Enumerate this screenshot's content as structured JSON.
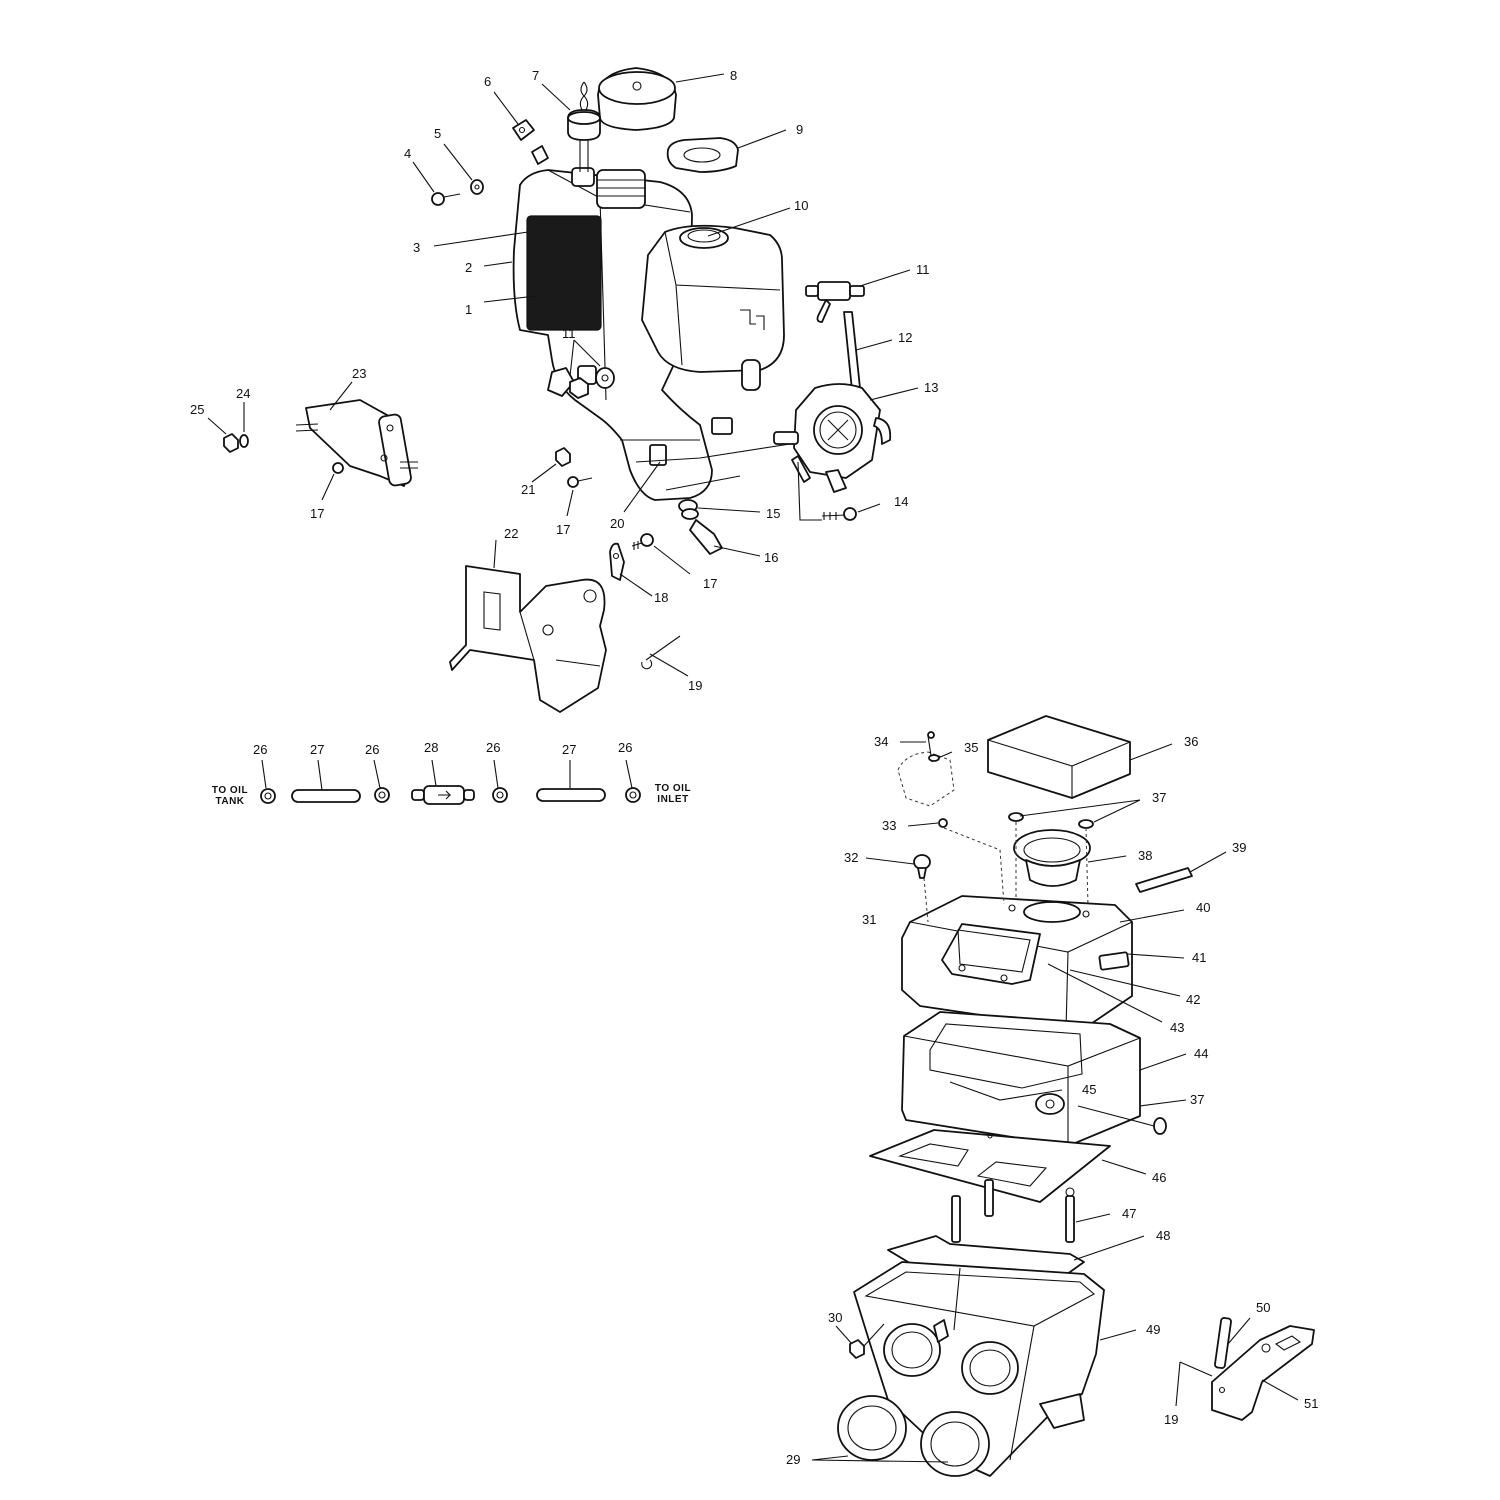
{
  "callouts": [
    {
      "id": "c1",
      "text": "1"
    },
    {
      "id": "c2",
      "text": "2"
    },
    {
      "id": "c3",
      "text": "3"
    },
    {
      "id": "c4",
      "text": "4"
    },
    {
      "id": "c5",
      "text": "5"
    },
    {
      "id": "c6",
      "text": "6"
    },
    {
      "id": "c7",
      "text": "7"
    },
    {
      "id": "c8",
      "text": "8"
    },
    {
      "id": "c9",
      "text": "9"
    },
    {
      "id": "c10",
      "text": "10"
    },
    {
      "id": "c11a",
      "text": "11"
    },
    {
      "id": "c11b",
      "text": "11"
    },
    {
      "id": "c12",
      "text": "12"
    },
    {
      "id": "c13",
      "text": "13"
    },
    {
      "id": "c14",
      "text": "14"
    },
    {
      "id": "c15",
      "text": "15"
    },
    {
      "id": "c16",
      "text": "16"
    },
    {
      "id": "c17a",
      "text": "17"
    },
    {
      "id": "c17b",
      "text": "17"
    },
    {
      "id": "c17c",
      "text": "17"
    },
    {
      "id": "c18",
      "text": "18"
    },
    {
      "id": "c19a",
      "text": "19"
    },
    {
      "id": "c19b",
      "text": "19"
    },
    {
      "id": "c20",
      "text": "20"
    },
    {
      "id": "c21",
      "text": "21"
    },
    {
      "id": "c22",
      "text": "22"
    },
    {
      "id": "c23",
      "text": "23"
    },
    {
      "id": "c24",
      "text": "24"
    },
    {
      "id": "c25",
      "text": "25"
    },
    {
      "id": "c26a",
      "text": "26"
    },
    {
      "id": "c26b",
      "text": "26"
    },
    {
      "id": "c26c",
      "text": "26"
    },
    {
      "id": "c26d",
      "text": "26"
    },
    {
      "id": "c27a",
      "text": "27"
    },
    {
      "id": "c27b",
      "text": "27"
    },
    {
      "id": "c28",
      "text": "28"
    },
    {
      "id": "c29",
      "text": "29"
    },
    {
      "id": "c30",
      "text": "30"
    },
    {
      "id": "c31",
      "text": "31"
    },
    {
      "id": "c32",
      "text": "32"
    },
    {
      "id": "c33",
      "text": "33"
    },
    {
      "id": "c34",
      "text": "34"
    },
    {
      "id": "c35",
      "text": "35"
    },
    {
      "id": "c36",
      "text": "36"
    },
    {
      "id": "c37a",
      "text": "37"
    },
    {
      "id": "c37b",
      "text": "37"
    },
    {
      "id": "c38",
      "text": "38"
    },
    {
      "id": "c39",
      "text": "39"
    },
    {
      "id": "c40",
      "text": "40"
    },
    {
      "id": "c41",
      "text": "41"
    },
    {
      "id": "c42",
      "text": "42"
    },
    {
      "id": "c43",
      "text": "43"
    },
    {
      "id": "c44",
      "text": "44"
    },
    {
      "id": "c45",
      "text": "45"
    },
    {
      "id": "c46",
      "text": "46"
    },
    {
      "id": "c47",
      "text": "47"
    },
    {
      "id": "c48",
      "text": "48"
    },
    {
      "id": "c49",
      "text": "49"
    },
    {
      "id": "c50",
      "text": "50"
    },
    {
      "id": "c51",
      "text": "51"
    }
  ],
  "notes": {
    "to_oil_tank_line1": "TO OIL",
    "to_oil_tank_line2": "TANK",
    "to_oil_inlet_line1": "TO OIL",
    "to_oil_inlet_line2": "INLET"
  }
}
